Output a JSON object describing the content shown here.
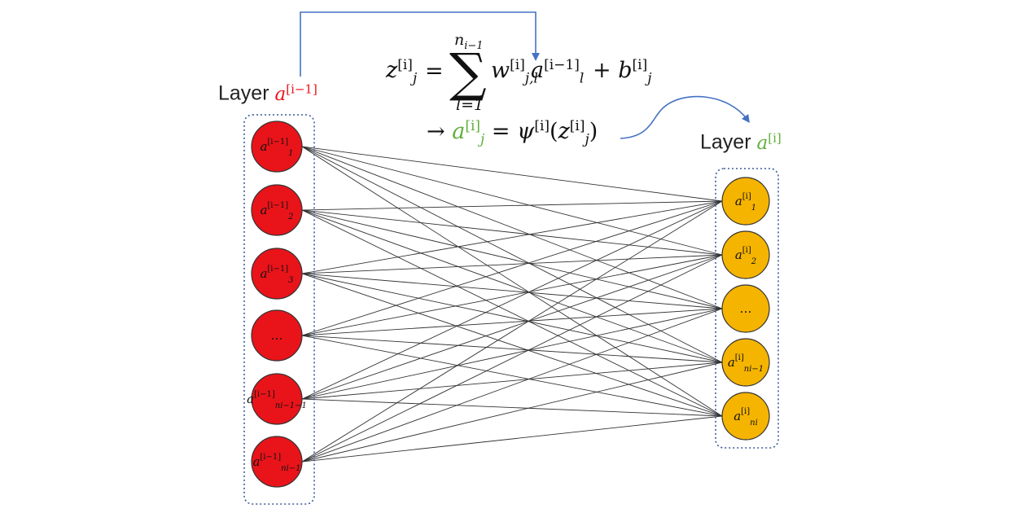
{
  "colors": {
    "prev_layer_node": "#e8141a",
    "curr_layer_node": "#f5b400",
    "edge": "#333333",
    "frame": "#3a5a98",
    "arrow": "#4472c4",
    "red_accent": "#e8141a",
    "green_accent": "#5faf3a"
  },
  "labels": {
    "prev_layer_word": "Layer",
    "curr_layer_word": "Layer"
  },
  "prev_layer_nodes": [
    {
      "base": "a",
      "sub": "1",
      "sup": "[i−1]"
    },
    {
      "base": "a",
      "sub": "2",
      "sup": "[i−1]"
    },
    {
      "base": "a",
      "sub": "3",
      "sup": "[i−1]"
    },
    {
      "base": "…",
      "sub": "",
      "sup": ""
    },
    {
      "base": "a",
      "sub": "n_{i−1}−1",
      "sup": "[i−1]"
    },
    {
      "base": "a",
      "sub": "n_{i−1}",
      "sup": "[i−1]"
    }
  ],
  "curr_layer_nodes": [
    {
      "base": "a",
      "sub": "1",
      "sup": "[i]"
    },
    {
      "base": "a",
      "sub": "2",
      "sup": "[i]"
    },
    {
      "base": "…",
      "sub": "",
      "sup": ""
    },
    {
      "base": "a",
      "sub": "n_i−1",
      "sup": "[i]"
    },
    {
      "base": "a",
      "sub": "n_i",
      "sup": "[i]"
    }
  ],
  "formula": {
    "z": "z",
    "j": "j",
    "sup_i": "[i]",
    "sup_im1": "[i−1]",
    "equals": "=",
    "sum": "∑",
    "upper_limit": "n",
    "upper_limit_sub": "i−1",
    "lower_limit": "l=1",
    "w": "w",
    "w_sub": "j,l",
    "a": "a",
    "l": "l",
    "plus": "+",
    "b": "b",
    "arrow": "→",
    "psi": "ψ",
    "open_paren": "(",
    "close_paren": ")"
  }
}
